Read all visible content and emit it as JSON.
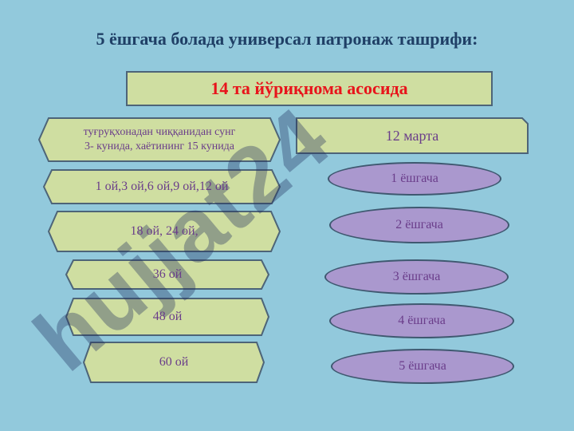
{
  "title": "5 ёшгача болада универсал патронаж ташрифи:",
  "banner": "14 та йўриқнома асосида",
  "left_items": [
    {
      "line1": "туғруқхонадан чиққанидан сунг",
      "line2": "3- кунида, хаётининг 15 кунида"
    },
    {
      "text": "1 ой,3 ой,6 ой,9 ой,12 ой"
    },
    {
      "text": "18 ой, 24 ой,"
    },
    {
      "text": "36 ой"
    },
    {
      "text": "48 ой"
    },
    {
      "text": "60 ой"
    }
  ],
  "right_box": "12 марта",
  "right_items": [
    "1 ёшгача",
    "2 ёшгача",
    "3 ёшгача",
    "4 ёшгача",
    "5 ёшгача"
  ],
  "watermark": "hujjat24",
  "colors": {
    "background": "#92c9dc",
    "box_fill": "#cfdea1",
    "ellipse_fill": "#aa98ce",
    "title": "#1f3f66",
    "banner_text": "#e8141b",
    "item_text": "#6a3d8a"
  }
}
